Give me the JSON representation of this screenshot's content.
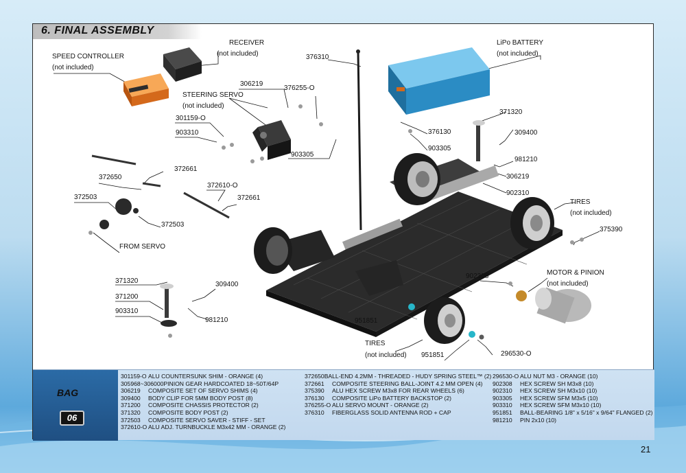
{
  "page": {
    "section_title": "6. FINAL ASSEMBLY",
    "page_number": "21"
  },
  "labels": {
    "speed_controller": "SPEED CONTROLLER",
    "speed_controller_note": "(not included)",
    "receiver": "RECEIVER",
    "receiver_note": "(not included)",
    "lipo_battery": "LiPo BATTERY",
    "lipo_battery_note": "(not included)",
    "steering_servo": "STEERING SERVO",
    "steering_servo_note": "(not included)",
    "tires_right": "TIRES",
    "tires_right_note": "(not included)",
    "tires_bottom": "TIRES",
    "tires_bottom_note": "(not included)",
    "motor_pinion": "MOTOR & PINION",
    "motor_pinion_note": "(not included)",
    "from_servo": "FROM SERVO",
    "p376310": "376310",
    "p306219a": "306219",
    "p376255": "376255-O",
    "p301159": "301159-O",
    "p903310a": "903310",
    "p903305a": "903305",
    "p376130": "376130",
    "p903305b": "903305",
    "p371320a": "371320",
    "p309400a": "309400",
    "p981210a": "981210",
    "p306219b": "306219",
    "p902310": "902310",
    "p372661a": "372661",
    "p372650": "372650",
    "p372610": "372610-O",
    "p372661b": "372661",
    "p372503a": "372503",
    "p372503b": "372503",
    "p375390": "375390",
    "p902308": "902308",
    "p371320b": "371320",
    "p309400b": "309400",
    "p371200": "371200",
    "p903310b": "903310",
    "p981210b": "981210",
    "p951851a": "951851",
    "p951851b": "951851",
    "p296530": "296530-O"
  },
  "bag": {
    "word": "BAG",
    "number": "06"
  },
  "parts_list": {
    "col1": [
      {
        "pn": "301159-O",
        "desc": "ALU COUNTERSUNK SHIM - ORANGE (4)"
      },
      {
        "pn": "305968~306000",
        "desc": "PINION GEAR HARDCOATED 18~50T/64P"
      },
      {
        "pn": "306219",
        "desc": "COMPOSITE SET OF SERVO SHIMS (4)"
      },
      {
        "pn": "309400",
        "desc": "BODY CLIP FOR 5MM BODY POST (8)"
      },
      {
        "pn": "371200",
        "desc": "COMPOSITE CHASSIS PROTECTOR (2)"
      },
      {
        "pn": "371320",
        "desc": "COMPOSITE BODY POST (2)"
      },
      {
        "pn": "372503",
        "desc": "COMPOSITE SERVO SAVER - STIFF - SET"
      },
      {
        "pn": "372610-O",
        "desc": "ALU ADJ. TURNBUCKLE M3x42 MM - ORANGE (2)"
      }
    ],
    "col2": [
      {
        "pn": "372650",
        "desc": "BALL-END 4.2MM - THREADED - HUDY SPRING STEEL™ (2)"
      },
      {
        "pn": "372661",
        "desc": "COMPOSITE STEERING BALL-JOINT 4.2 MM OPEN (4)"
      },
      {
        "pn": "375390",
        "desc": "ALU HEX SCREW M3x8 FOR REAR WHEELS (6)"
      },
      {
        "pn": "376130",
        "desc": "COMPOSITE LiPo BATTERY BACKSTOP (2)"
      },
      {
        "pn": "376255-O",
        "desc": "ALU SERVO MOUNT - ORANGE (2)"
      },
      {
        "pn": "376310",
        "desc": "FIBERGLASS SOLID ANTENNA ROD + CAP"
      }
    ],
    "col3": [
      {
        "pn": "296530-O",
        "desc": "ALU NUT M3 - ORANGE (10)"
      },
      {
        "pn": "902308",
        "desc": "HEX SCREW SH M3x8 (10)"
      },
      {
        "pn": "902310",
        "desc": "HEX SCREW SH M3x10 (10)"
      },
      {
        "pn": "903305",
        "desc": "HEX SCREW SFM M3x5 (10)"
      },
      {
        "pn": "903310",
        "desc": "HEX SCREW SFM M3x10 (10)"
      },
      {
        "pn": "951851",
        "desc": "BALL-BEARING 1/8\" x 5/16\" x 9/64\" FLANGED (2)"
      },
      {
        "pn": "981210",
        "desc": "PIN 2x10 (10)"
      }
    ]
  },
  "colors": {
    "speed_controller": "#f08a2a",
    "battery": "#3aa6dc",
    "carbon": "#2b2b2b",
    "tire": "#1c1c1c",
    "bearing": "#27b6c9",
    "bag_blue": "#245d96"
  }
}
